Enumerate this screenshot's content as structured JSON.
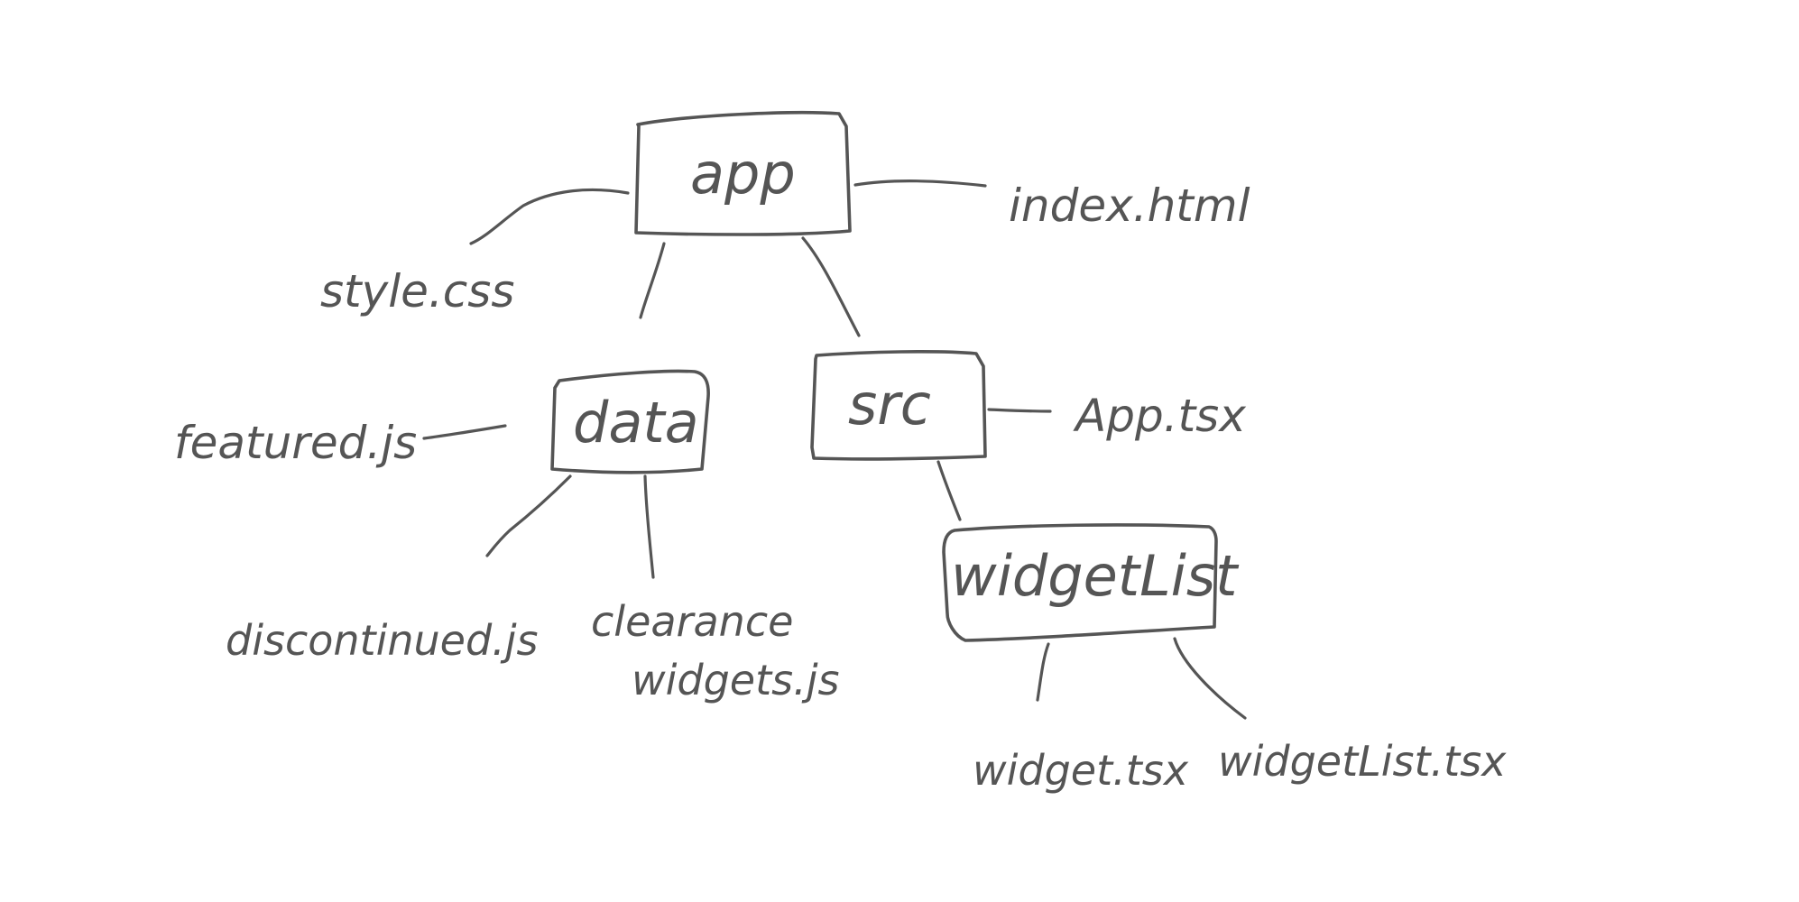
{
  "colors": {
    "ink": "#555555",
    "background": "#ffffff"
  },
  "folders": {
    "app": "app",
    "data": "data",
    "src": "src",
    "widgetList": "widgetList"
  },
  "files": {
    "index_html": "index.html",
    "style_css": "style.css",
    "featured_js": "featured.js",
    "app_tsx": "App.tsx",
    "discontinued_js": "discontinued.js",
    "clearance_line1": "clearance",
    "clearance_line2": "widgets.js",
    "widget_tsx": "widget.tsx",
    "widgetlist_tsx": "widgetList.tsx"
  }
}
